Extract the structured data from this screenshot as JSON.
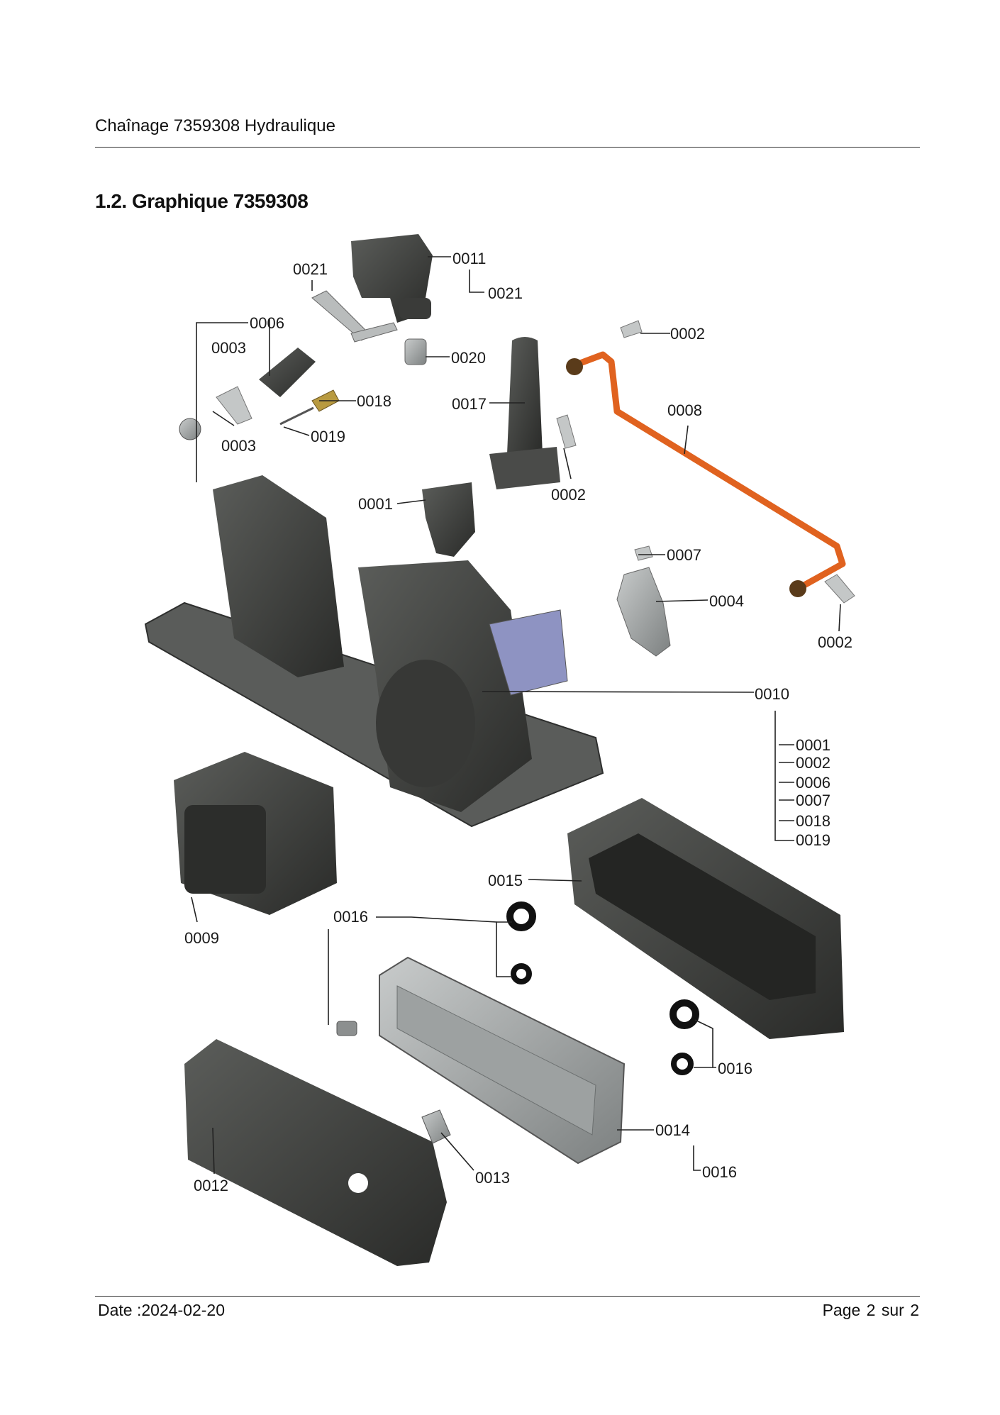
{
  "header": {
    "title": "Chaînage 7359308 Hydraulique"
  },
  "section": {
    "title": "1.2. Graphique 7359308"
  },
  "callouts": {
    "c0001": "0001",
    "c0002a": "0002",
    "c0002b": "0002",
    "c0002c": "0002",
    "c0003a": "0003",
    "c0003b": "0003",
    "c0004": "0004",
    "c0006": "0006",
    "c0007": "0007",
    "c0008": "0008",
    "c0009": "0009",
    "c0010": "0010",
    "c0011": "0011",
    "c0012": "0012",
    "c0013": "0013",
    "c0014": "0014",
    "c0015": "0015",
    "c0016a": "0016",
    "c0016b": "0016",
    "c0016c": "0016",
    "c0017": "0017",
    "c0018": "0018",
    "c0019": "0019",
    "c0020": "0020",
    "c0021a": "0021",
    "c0021b": "0021"
  },
  "subassembly_0010": [
    "0001",
    "0002",
    "0006",
    "0007",
    "0018",
    "0019"
  ],
  "colors": {
    "pipe": "#e0621f",
    "parts": "#3d3f3c",
    "plate": "#5a5c5a",
    "grey": "#8e9292",
    "blue": "#8e93c2"
  },
  "footer": {
    "date": "Date :2024-02-20",
    "page": "Page 2 sur  2"
  }
}
